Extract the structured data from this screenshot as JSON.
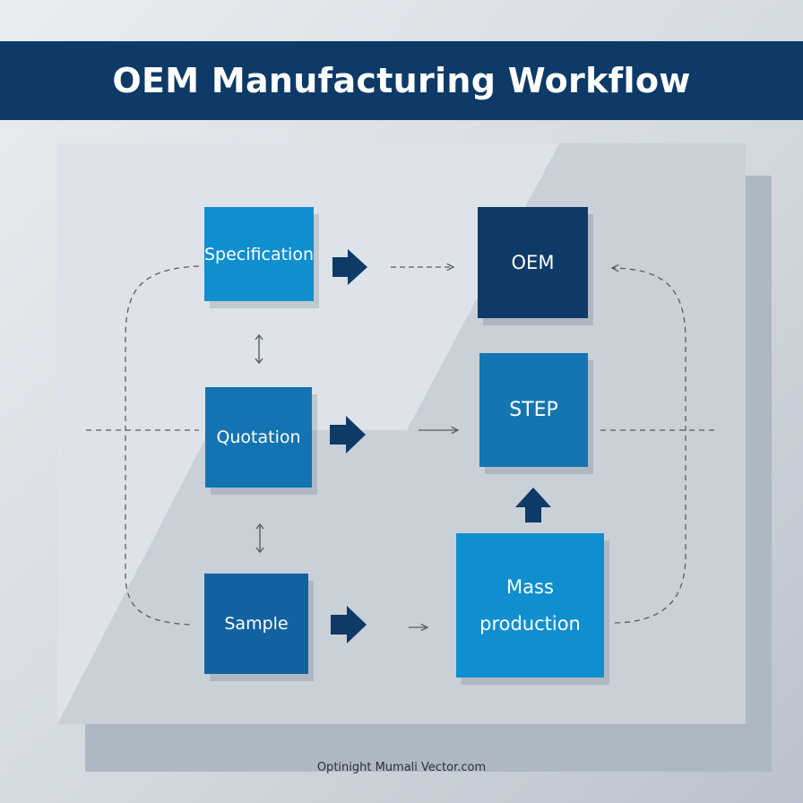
{
  "header": {
    "title": "OEM Manufacturing Workflow"
  },
  "nodes": {
    "specification": "Specification",
    "quotation": "Quotation",
    "sample": "Sample",
    "oem": "OEM",
    "step": "STEP",
    "mass_production_line1": "Mass",
    "mass_production_line2": "production"
  },
  "footer": {
    "text": "Optinight Mumali Vector.com"
  },
  "colors": {
    "banner": "#0d3a66",
    "box_light": "#0f8fd0",
    "box_mid": "#1474b3",
    "box_dark": "#0d3a66",
    "arrow": "#0d3a66",
    "connector": "#555d66"
  }
}
